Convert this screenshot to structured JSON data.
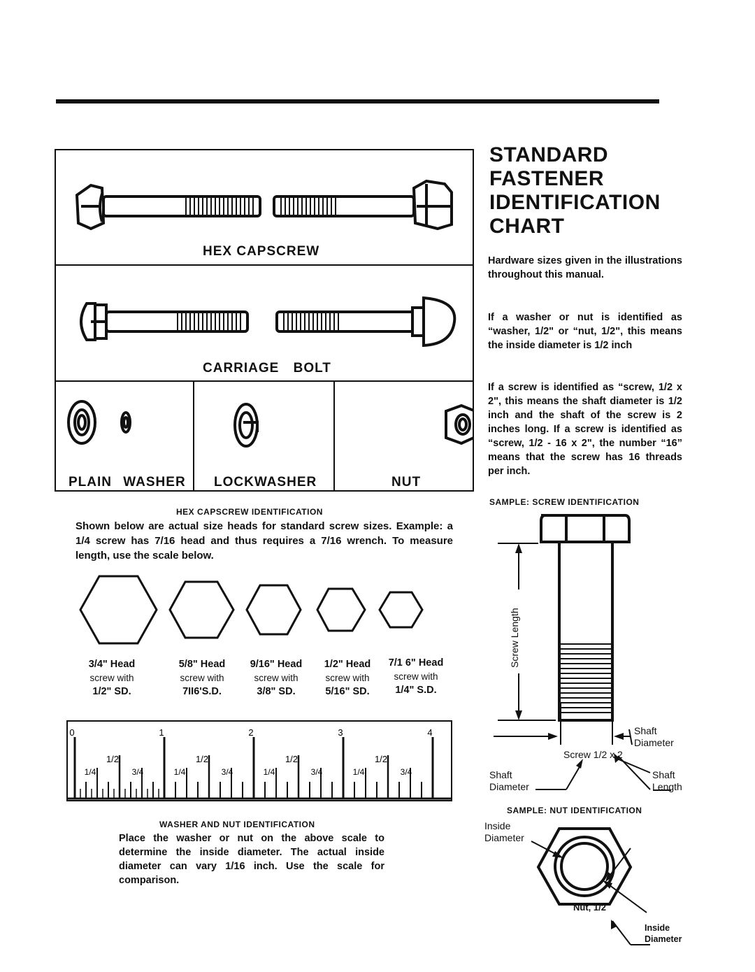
{
  "title_lines": [
    "STANDARD",
    "FASTENER",
    "IDENTIFICATION",
    "CHART"
  ],
  "fasteners": {
    "hex_capscrew": "HEX CAPSCREW",
    "carriage_bolt": "CARRIAGE BOLT",
    "plain_washer": "PLAIN WASHER",
    "lockwasher": "LOCKWASHER",
    "nut": "NUT"
  },
  "hardware_note": {
    "p1": "Hardware sizes given in the illustrations throughout this manual.",
    "p2": "If a washer or nut is identified as “washer, 1/2\" or “nut, 1/2\", this means the inside diameter is 1/2 inch",
    "p3": "If a screw is identified as “screw, 1/2 x 2\", this means the shaft diameter is 1/2 inch and the shaft of the screw is 2 inches long. If a screw is identified as “screw, 1/2 - 16 x 2\", the number “16” means that the screw has 16 threads per inch."
  },
  "hex_id": {
    "heading": "HEX CAPSCREW IDENTIFICATION",
    "text": "Shown below are actual size heads for standard screw sizes. Example: a 1/4 screw has 7/16 head and thus requires a 7/16 wrench. To measure length, use the scale below.",
    "heads": [
      {
        "head": "3/4\" Head",
        "with": "screw with",
        "sd": "1/2\" SD."
      },
      {
        "head": "5/8\" Head",
        "with": "screw with",
        "sd": "7II6'S.D."
      },
      {
        "head": "9/16\" Head",
        "with": "screw with",
        "sd": "3/8\" SD."
      },
      {
        "head": "1/2\" Head",
        "with": "screw with",
        "sd": "5/16\" SD."
      },
      {
        "head": "7/1 6\" Head",
        "with": "screw with",
        "sd": "1/4\" S.D."
      }
    ]
  },
  "scale": {
    "inches": [
      "0",
      "1",
      "2",
      "3",
      "4"
    ],
    "half": "1/2",
    "quarter": "1/4",
    "three_quarter": "3/4"
  },
  "washer_nut": {
    "heading": "WASHER AND NUT IDENTIFICATION",
    "text": "Place the washer or nut on the above scale to determine the inside diameter. The actual inside diameter can vary 1/16 inch. Use the scale for comparison."
  },
  "sample_screw": {
    "heading": "SAMPLE: SCREW IDENTIFICATION",
    "screw_length": "Screw Length",
    "shaft_diameter_1": "Shaft",
    "shaft_diameter_2": "Diameter",
    "screw_size": "Screw 1/2 x 2",
    "shaft": "Shaft",
    "diameter": "Diameter",
    "length": "Length"
  },
  "sample_nut": {
    "heading": "SAMPLE: NUT IDENTIFICATION",
    "inside": "Inside",
    "diameter": "Diameter",
    "nut_size": "Nut, 1/2"
  }
}
